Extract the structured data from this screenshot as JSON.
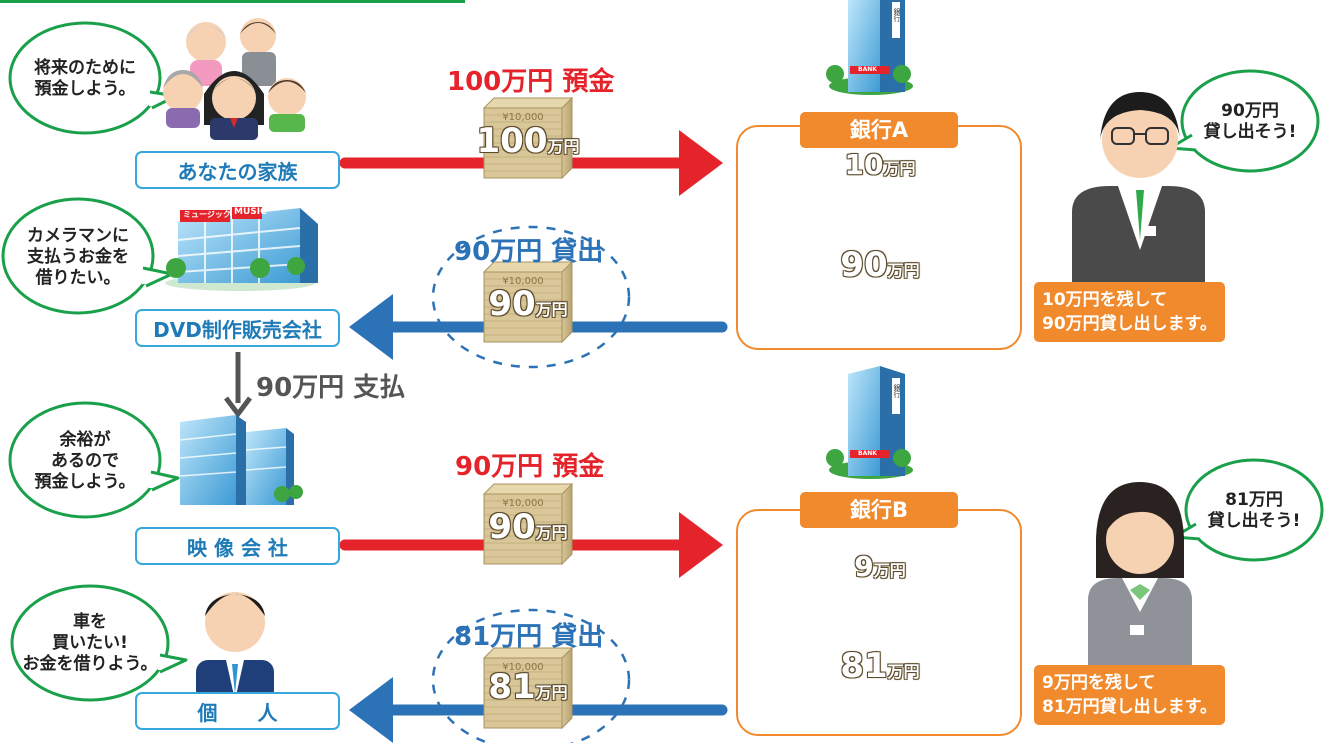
{
  "colors": {
    "deposit": "#e5232b",
    "loan": "#2c72b6",
    "bank_accent": "#f08a2c",
    "bubble_border": "#1aa04a",
    "entity_border": "#35a9dc",
    "money": "#d9c79a"
  },
  "family": {
    "bubble": [
      "将来のために",
      "預金しよう。"
    ],
    "label": "あなたの家族"
  },
  "dvd_company": {
    "bubble": [
      "カメラマンに",
      "支払うお金を",
      "借りたい。"
    ],
    "label": "DVD制作販売会社",
    "sign_left": "ミュージック",
    "sign_right": "MUSIC"
  },
  "payment": {
    "label": "90万円 支払"
  },
  "video_company": {
    "bubble": [
      "余裕が",
      "あるので",
      "預金しよう。"
    ],
    "label": "映 像 会 社"
  },
  "individual": {
    "bubble": [
      "車を",
      "買いたい!",
      "お金を借りよう。"
    ],
    "label": "個　　人"
  },
  "flows": [
    {
      "label": "100万円 預金",
      "money_num": "100",
      "money_unit": "万円"
    },
    {
      "label": "90万円 貸出",
      "money_num": "90",
      "money_unit": "万円"
    },
    {
      "label": "90万円 預金",
      "money_num": "90",
      "money_unit": "万円"
    },
    {
      "label": "81万円 貸出",
      "money_num": "81",
      "money_unit": "万円"
    }
  ],
  "bank_a": {
    "title": "銀行A",
    "reserve_num": "10",
    "reserve_unit": "万円",
    "loan_num": "90",
    "loan_unit": "万円",
    "clerk_bubble": [
      "90万円",
      "貸し出そう!"
    ],
    "note": [
      "10万円を残して",
      "90万円貸し出します。"
    ],
    "building_sign": "BANK",
    "building_vertical": "銀行"
  },
  "bank_b": {
    "title": "銀行B",
    "reserve_num": "9",
    "reserve_unit": "万円",
    "loan_num": "81",
    "loan_unit": "万円",
    "clerk_bubble": [
      "81万円",
      "貸し出そう!"
    ],
    "note": [
      "9万円を残して",
      "81万円貸し出します。"
    ],
    "building_sign": "BANK",
    "building_vertical": "銀行"
  },
  "banknote_text": "¥10,000"
}
